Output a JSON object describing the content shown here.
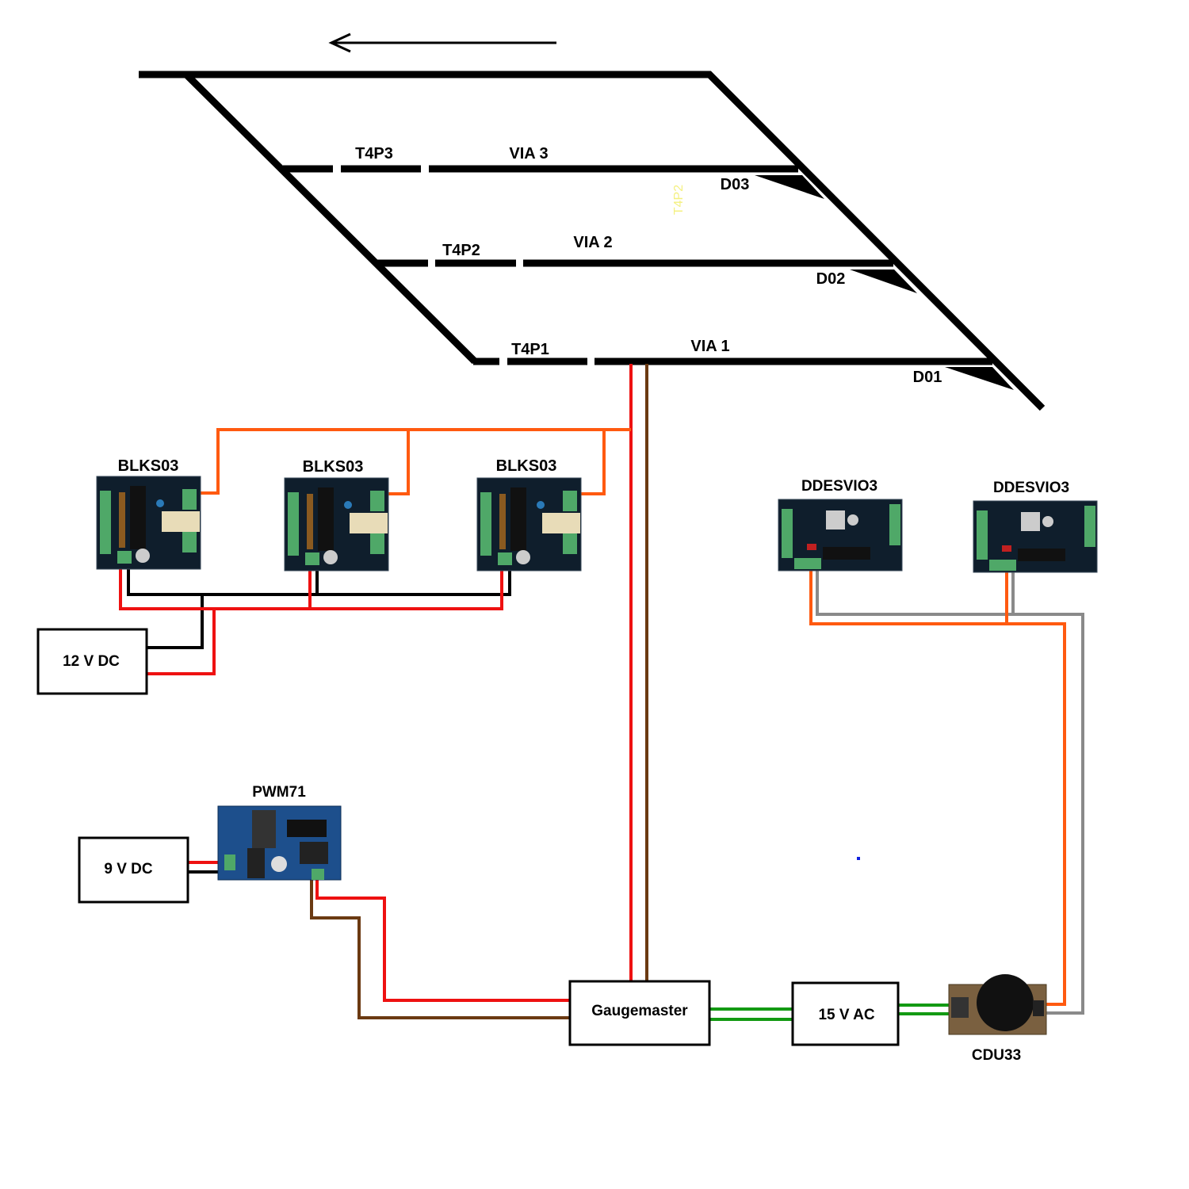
{
  "track": {
    "direction_icon": "arrow-left-icon",
    "sections": [
      "T4P3",
      "T4P2",
      "T4P1"
    ],
    "vias": [
      "VIA 3",
      "VIA 2",
      "VIA 1"
    ],
    "turnouts": [
      "D03",
      "D02",
      "D01"
    ],
    "faint_label": "T4P2"
  },
  "modules": {
    "blks": [
      "BLKS03",
      "BLKS03",
      "BLKS03"
    ],
    "ddesvio": [
      "DDESVIO3",
      "DDESVIO3"
    ],
    "pwm": "PWM71",
    "cdu": "CDU33"
  },
  "power": {
    "dc12": "12 V DC",
    "dc9": "9 V DC",
    "controller": "Gaugemaster",
    "ac15": "15 V AC"
  },
  "colors": {
    "track": "#000000",
    "red_wire": "#ee1111",
    "brown_wire": "#6b3a12",
    "orange_wire": "#ff5a10",
    "gray_wire": "#8a8a8a",
    "green_wire": "#139a13",
    "black_wire": "#000000"
  }
}
